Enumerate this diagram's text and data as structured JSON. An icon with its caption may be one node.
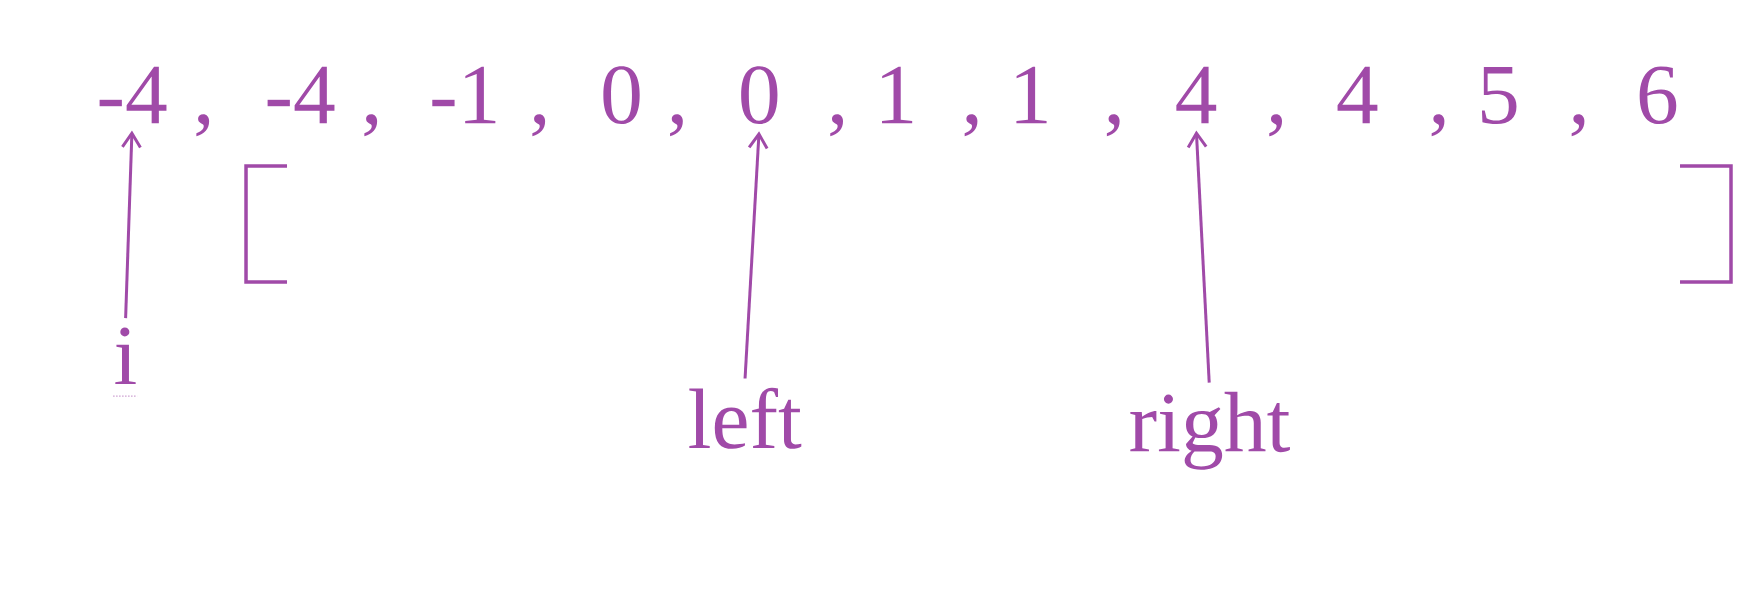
{
  "diagram": {
    "nodes": [
      {
        "text": [
          "-4"
        ]
      },
      {
        "text": [
          "-4"
        ]
      },
      {
        "text": [
          "-1"
        ]
      },
      {
        "text": [
          "0"
        ]
      },
      {
        "text": [
          "0"
        ]
      },
      {
        "text": [
          "1"
        ]
      },
      {
        "text": [
          "1"
        ]
      },
      {
        "text": [
          "4"
        ]
      },
      {
        "text": [
          "4"
        ]
      },
      {
        "text": [
          "5"
        ]
      },
      {
        "text": [
          "6"
        ]
      },
      {
        "text": [
          "i"
        ]
      },
      {
        "text": [
          "left"
        ]
      },
      {
        "text": [
          "right"
        ]
      }
    ],
    "edges": [
      {
        "from": 11,
        "to": 0,
        "arrow": "to"
      },
      {
        "from": 12,
        "to": 4,
        "arrow": "to"
      },
      {
        "from": 13,
        "to": 7,
        "arrow": "to"
      }
    ],
    "labels": [
      ",",
      ",",
      ",",
      ",",
      ",",
      ",",
      ",",
      ",",
      ",",
      ","
    ]
  }
}
